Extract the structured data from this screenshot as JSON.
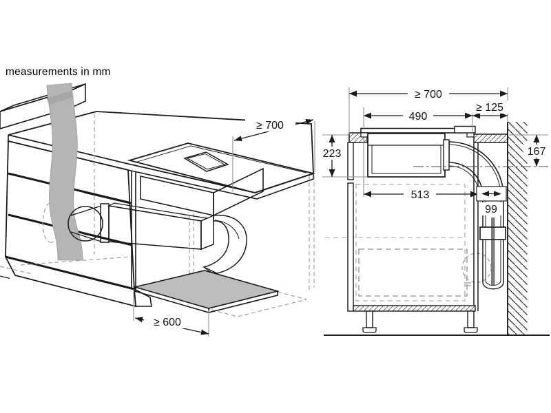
{
  "title": "measurements in mm",
  "colors": {
    "line": "#1a1a1a",
    "duct_gray": "#b5b5b5",
    "panel_gray": "#bdbdbd",
    "stripe_gray": "#7d7d7d",
    "background": "#ffffff"
  },
  "perspective_view": {
    "name": "kitchen unit perspective with airflow duct",
    "dims": {
      "clearance_top": {
        "label": "≥ 700"
      },
      "clearance_floor": {
        "label": "≥ 600"
      }
    }
  },
  "section_view": {
    "name": "installation side section at wall",
    "dims": {
      "worktop_depth": {
        "label": "≥ 700"
      },
      "cutout_width": {
        "label": "490"
      },
      "wall_clearance": {
        "label": "≥ 125"
      },
      "unit_height": {
        "label": "223"
      },
      "duct_drop": {
        "label": "167"
      },
      "unit_depth": {
        "label": "513"
      },
      "duct_width": {
        "label": "99"
      }
    }
  }
}
